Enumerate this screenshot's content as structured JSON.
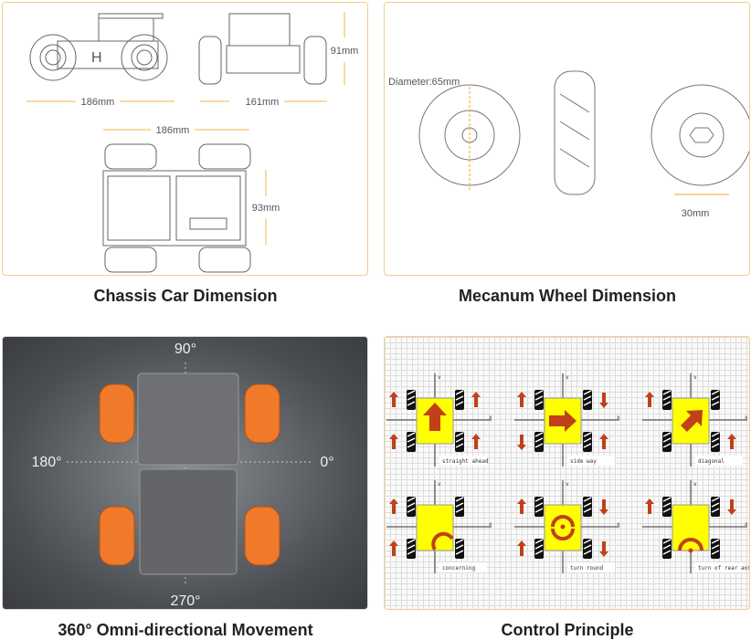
{
  "panels": [
    {
      "caption": "Chassis Car Dimension",
      "dims": {
        "side_length": "186mm",
        "front_width": "161mm",
        "height": "91mm",
        "top_length": "186mm",
        "top_width": "93mm"
      }
    },
    {
      "caption": "Mecanum Wheel Dimension",
      "dims": {
        "diameter": "Diameter:65mm",
        "width": "30mm"
      }
    },
    {
      "caption": "360° Omni-directional Movement",
      "angles": {
        "top": "90°",
        "left": "180°",
        "right": "0°",
        "bottom": "270°"
      }
    },
    {
      "caption": "Control Principle"
    }
  ],
  "control": {
    "axis_x": "x",
    "axis_y": "v",
    "cells": [
      {
        "label": "straight ahead",
        "wheels": [
          "up",
          "up",
          "up",
          "up"
        ],
        "move": "up"
      },
      {
        "label": "side way",
        "wheels": [
          "up",
          "down",
          "down",
          "up"
        ],
        "move": "right"
      },
      {
        "label": "diagonal",
        "wheels": [
          "up",
          "none",
          "none",
          "up"
        ],
        "move": "diag"
      },
      {
        "label": "concerning",
        "wheels": [
          "up",
          "none",
          "up",
          "none"
        ],
        "move": "corner"
      },
      {
        "label": "turn round",
        "wheels": [
          "up",
          "down",
          "up",
          "down"
        ],
        "move": "spin"
      },
      {
        "label": "turn of rear axis",
        "wheels": [
          "up",
          "down",
          "none",
          "none"
        ],
        "move": "rear"
      }
    ]
  },
  "colors": {
    "border": "#f2cf8c",
    "dim_line": "#f5c36a",
    "arrow": "#c0401a",
    "body": "#ffff00",
    "wheel_orange": "#f07a2a"
  }
}
